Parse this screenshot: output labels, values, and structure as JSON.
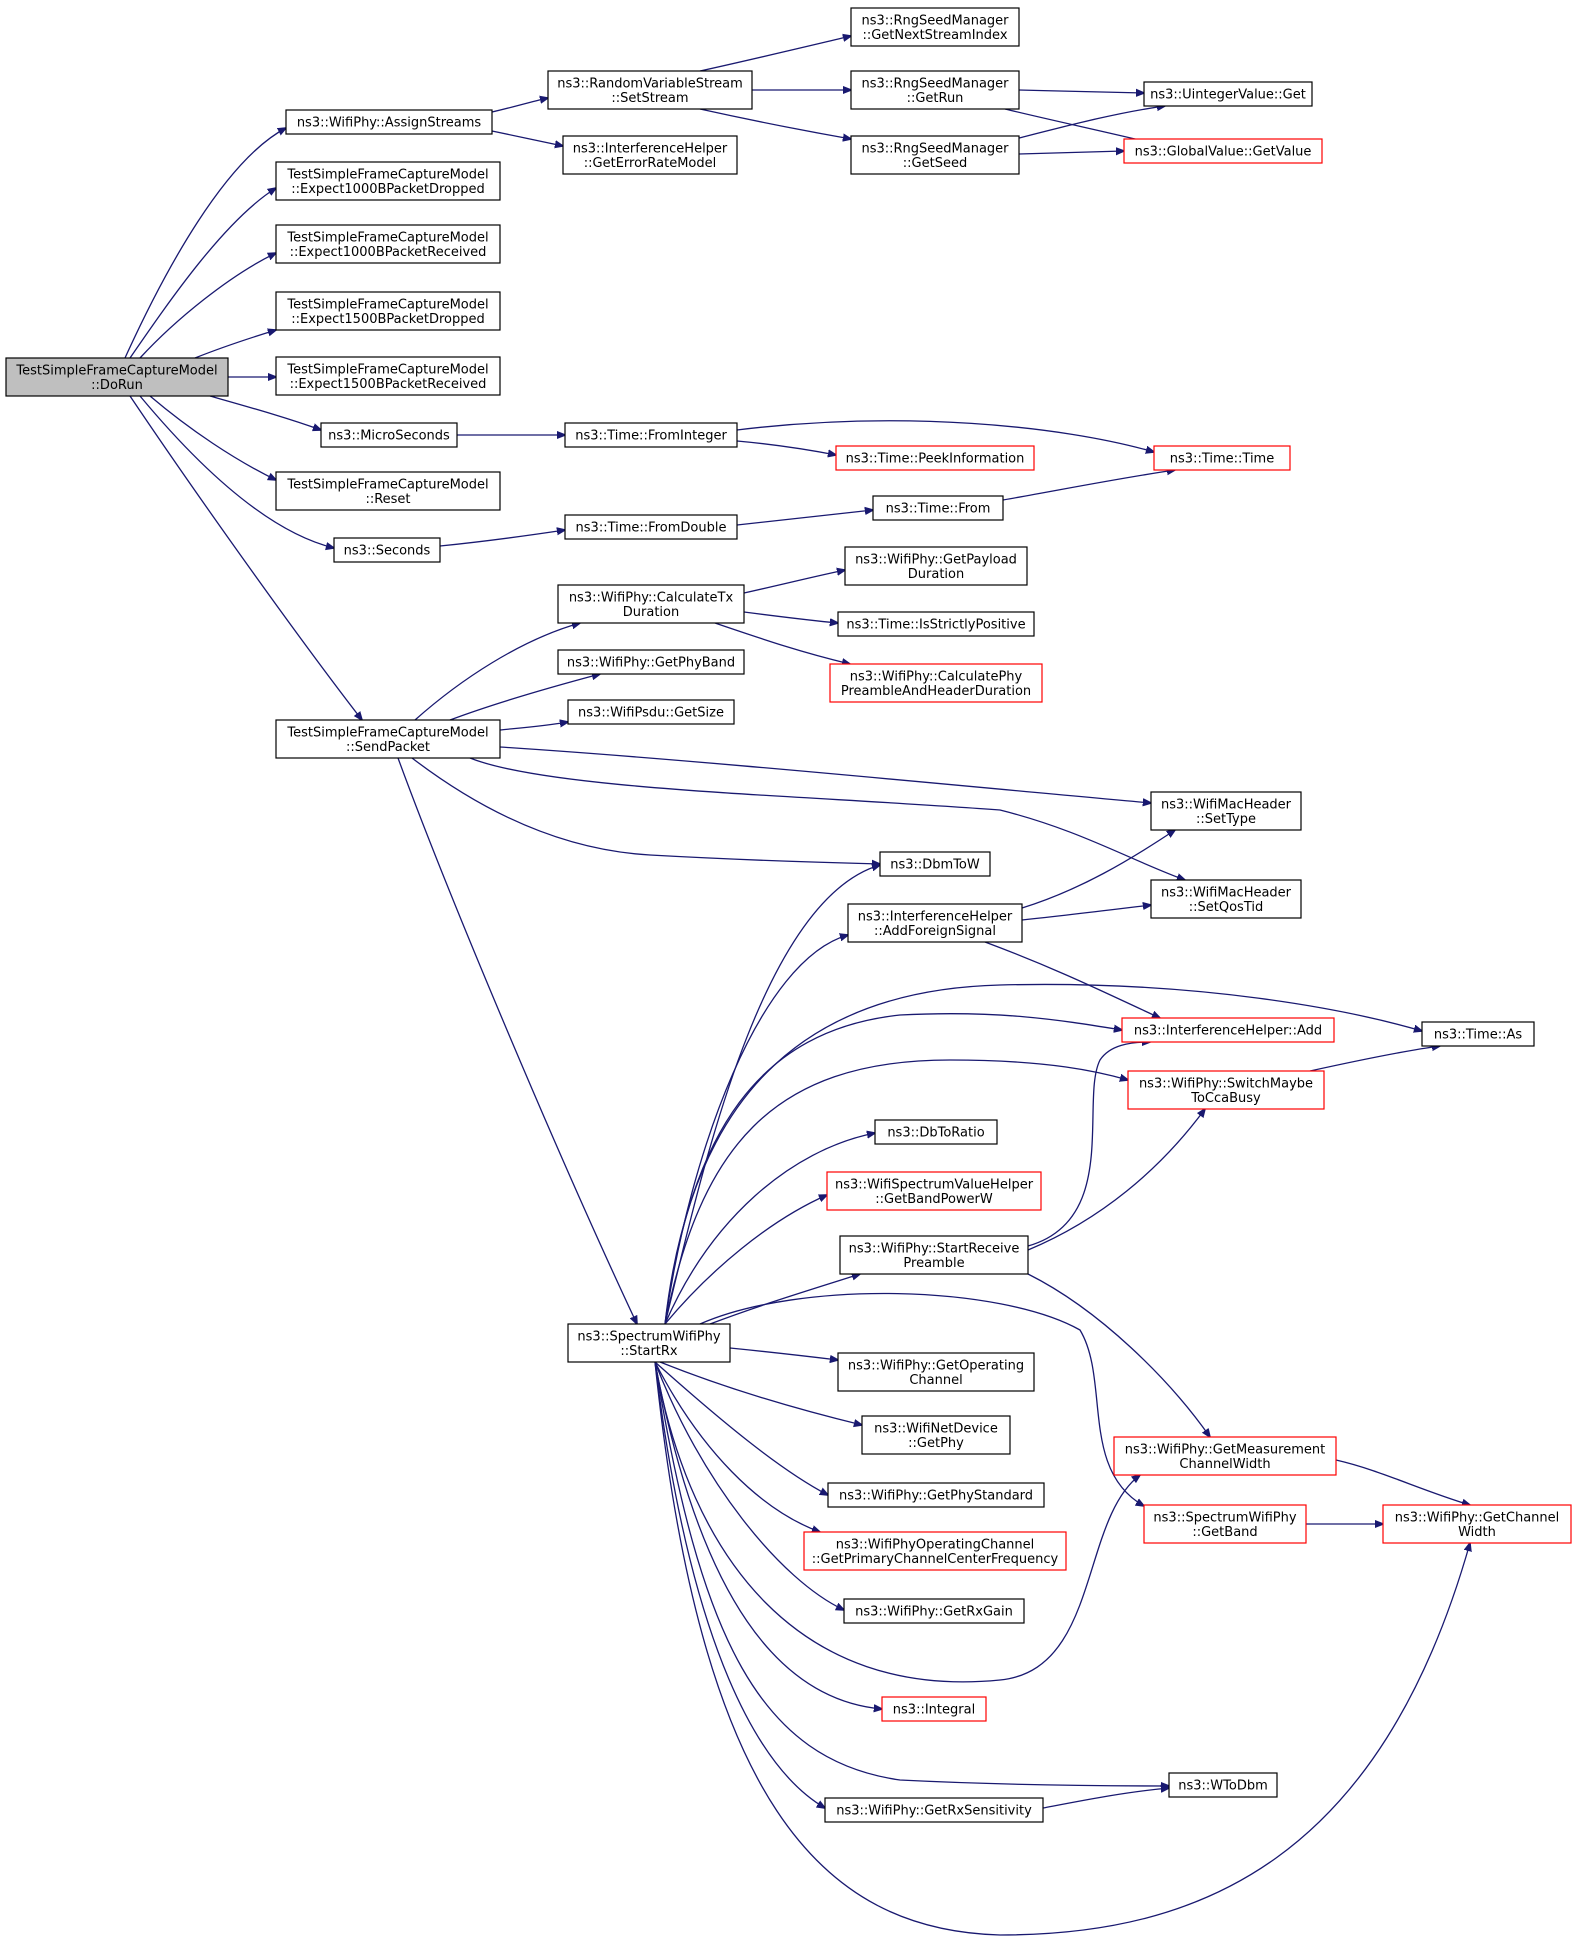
{
  "diagram": {
    "type": "call-graph",
    "colors": {
      "edge": "#191970",
      "node_border": "#000000",
      "truncated_border": "#ff0000",
      "root_fill": "#bfbfbf"
    },
    "nodes": [
      {
        "id": "dorun",
        "lines": [
          "TestSimpleFrameCaptureModel",
          "::DoRun"
        ],
        "border": "black",
        "root": true
      },
      {
        "id": "assignstreams",
        "lines": [
          "ns3::WifiPhy::AssignStreams"
        ],
        "border": "black"
      },
      {
        "id": "exp1000drop",
        "lines": [
          "TestSimpleFrameCaptureModel",
          "::Expect1000BPacketDropped"
        ],
        "border": "black"
      },
      {
        "id": "exp1000recv",
        "lines": [
          "TestSimpleFrameCaptureModel",
          "::Expect1000BPacketReceived"
        ],
        "border": "black"
      },
      {
        "id": "exp1500drop",
        "lines": [
          "TestSimpleFrameCaptureModel",
          "::Expect1500BPacketDropped"
        ],
        "border": "black"
      },
      {
        "id": "exp1500recv",
        "lines": [
          "TestSimpleFrameCaptureModel",
          "::Expect1500BPacketReceived"
        ],
        "border": "black"
      },
      {
        "id": "microseconds",
        "lines": [
          "ns3::MicroSeconds"
        ],
        "border": "black"
      },
      {
        "id": "reset",
        "lines": [
          "TestSimpleFrameCaptureModel",
          "::Reset"
        ],
        "border": "black"
      },
      {
        "id": "seconds",
        "lines": [
          "ns3::Seconds"
        ],
        "border": "black"
      },
      {
        "id": "sendpacket",
        "lines": [
          "TestSimpleFrameCaptureModel",
          "::SendPacket"
        ],
        "border": "black"
      },
      {
        "id": "setstream",
        "lines": [
          "ns3::RandomVariableStream",
          "::SetStream"
        ],
        "border": "black"
      },
      {
        "id": "geterrormodel",
        "lines": [
          "ns3::InterferenceHelper",
          "::GetErrorRateModel"
        ],
        "border": "black"
      },
      {
        "id": "getnextstream",
        "lines": [
          "ns3::RngSeedManager",
          "::GetNextStreamIndex"
        ],
        "border": "black"
      },
      {
        "id": "getrun",
        "lines": [
          "ns3::RngSeedManager",
          "::GetRun"
        ],
        "border": "black"
      },
      {
        "id": "getseed",
        "lines": [
          "ns3::RngSeedManager",
          "::GetSeed"
        ],
        "border": "black"
      },
      {
        "id": "uintegerget",
        "lines": [
          "ns3::UintegerValue::Get"
        ],
        "border": "black"
      },
      {
        "id": "globalgetvalue",
        "lines": [
          "ns3::GlobalValue::GetValue"
        ],
        "border": "red"
      },
      {
        "id": "frominteger",
        "lines": [
          "ns3::Time::FromInteger"
        ],
        "border": "black"
      },
      {
        "id": "peekinfo",
        "lines": [
          "ns3::Time::PeekInformation"
        ],
        "border": "red"
      },
      {
        "id": "timetime",
        "lines": [
          "ns3::Time::Time"
        ],
        "border": "red"
      },
      {
        "id": "timefrom",
        "lines": [
          "ns3::Time::From"
        ],
        "border": "black"
      },
      {
        "id": "fromdouble",
        "lines": [
          "ns3::Time::FromDouble"
        ],
        "border": "black"
      },
      {
        "id": "calctx",
        "lines": [
          "ns3::WifiPhy::CalculateTx",
          "Duration"
        ],
        "border": "black"
      },
      {
        "id": "getpayload",
        "lines": [
          "ns3::WifiPhy::GetPayload",
          "Duration"
        ],
        "border": "black"
      },
      {
        "id": "strictpos",
        "lines": [
          "ns3::Time::IsStrictlyPositive"
        ],
        "border": "black"
      },
      {
        "id": "calcphypre",
        "lines": [
          "ns3::WifiPhy::CalculatePhy",
          "PreambleAndHeaderDuration"
        ],
        "border": "red"
      },
      {
        "id": "getphyband",
        "lines": [
          "ns3::WifiPhy::GetPhyBand"
        ],
        "border": "black"
      },
      {
        "id": "psdusize",
        "lines": [
          "ns3::WifiPsdu::GetSize"
        ],
        "border": "black"
      },
      {
        "id": "settype",
        "lines": [
          "ns3::WifiMacHeader",
          "::SetType"
        ],
        "border": "black"
      },
      {
        "id": "dbmtow",
        "lines": [
          "ns3::DbmToW"
        ],
        "border": "black"
      },
      {
        "id": "setqostid",
        "lines": [
          "ns3::WifiMacHeader",
          "::SetQosTid"
        ],
        "border": "black"
      },
      {
        "id": "addforeign",
        "lines": [
          "ns3::InterferenceHelper",
          "::AddForeignSignal"
        ],
        "border": "black"
      },
      {
        "id": "ihadd",
        "lines": [
          "ns3::InterferenceHelper::Add"
        ],
        "border": "red"
      },
      {
        "id": "timeas",
        "lines": [
          "ns3::Time::As"
        ],
        "border": "black"
      },
      {
        "id": "switchcca",
        "lines": [
          "ns3::WifiPhy::SwitchMaybe",
          "ToCcaBusy"
        ],
        "border": "red"
      },
      {
        "id": "dbtoratio",
        "lines": [
          "ns3::DbToRatio"
        ],
        "border": "black"
      },
      {
        "id": "bandpower",
        "lines": [
          "ns3::WifiSpectrumValueHelper",
          "::GetBandPowerW"
        ],
        "border": "red"
      },
      {
        "id": "startrecvpre",
        "lines": [
          "ns3::WifiPhy::StartReceive",
          "Preamble"
        ],
        "border": "black"
      },
      {
        "id": "startrx",
        "lines": [
          "ns3::SpectrumWifiPhy",
          "::StartRx"
        ],
        "border": "black"
      },
      {
        "id": "getopchan",
        "lines": [
          "ns3::WifiPhy::GetOperating",
          "Channel"
        ],
        "border": "black"
      },
      {
        "id": "netdevgetphy",
        "lines": [
          "ns3::WifiNetDevice",
          "::GetPhy"
        ],
        "border": "black"
      },
      {
        "id": "getphystd",
        "lines": [
          "ns3::WifiPhy::GetPhyStandard"
        ],
        "border": "black"
      },
      {
        "id": "primfreq",
        "lines": [
          "ns3::WifiPhyOperatingChannel",
          "::GetPrimaryChannelCenterFrequency"
        ],
        "border": "red"
      },
      {
        "id": "getmeaschan",
        "lines": [
          "ns3::WifiPhy::GetMeasurement",
          "ChannelWidth"
        ],
        "border": "red"
      },
      {
        "id": "spectrumgetband",
        "lines": [
          "ns3::SpectrumWifiPhy",
          "::GetBand"
        ],
        "border": "red"
      },
      {
        "id": "getchanwidth",
        "lines": [
          "ns3::WifiPhy::GetChannel",
          "Width"
        ],
        "border": "red"
      },
      {
        "id": "getrxgain",
        "lines": [
          "ns3::WifiPhy::GetRxGain"
        ],
        "border": "black"
      },
      {
        "id": "integral",
        "lines": [
          "ns3::Integral"
        ],
        "border": "red"
      },
      {
        "id": "wtodbm",
        "lines": [
          "ns3::WToDbm"
        ],
        "border": "black"
      },
      {
        "id": "getrxsens",
        "lines": [
          "ns3::WifiPhy::GetRxSensitivity"
        ],
        "border": "black"
      }
    ],
    "edges": [
      [
        "dorun",
        "assignstreams"
      ],
      [
        "dorun",
        "exp1000drop"
      ],
      [
        "dorun",
        "exp1000recv"
      ],
      [
        "dorun",
        "exp1500drop"
      ],
      [
        "dorun",
        "exp1500recv"
      ],
      [
        "dorun",
        "microseconds"
      ],
      [
        "dorun",
        "reset"
      ],
      [
        "dorun",
        "seconds"
      ],
      [
        "dorun",
        "sendpacket"
      ],
      [
        "assignstreams",
        "setstream"
      ],
      [
        "assignstreams",
        "geterrormodel"
      ],
      [
        "setstream",
        "getnextstream"
      ],
      [
        "setstream",
        "getrun"
      ],
      [
        "setstream",
        "getseed"
      ],
      [
        "getrun",
        "uintegerget"
      ],
      [
        "getrun",
        "globalgetvalue"
      ],
      [
        "getseed",
        "uintegerget"
      ],
      [
        "getseed",
        "globalgetvalue"
      ],
      [
        "microseconds",
        "frominteger"
      ],
      [
        "frominteger",
        "peekinfo"
      ],
      [
        "frominteger",
        "timetime"
      ],
      [
        "seconds",
        "fromdouble"
      ],
      [
        "fromdouble",
        "timefrom"
      ],
      [
        "timefrom",
        "timetime"
      ],
      [
        "sendpacket",
        "calctx"
      ],
      [
        "sendpacket",
        "getphyband"
      ],
      [
        "sendpacket",
        "psdusize"
      ],
      [
        "sendpacket",
        "settype"
      ],
      [
        "sendpacket",
        "dbmtow"
      ],
      [
        "sendpacket",
        "setqostid"
      ],
      [
        "sendpacket",
        "startrx"
      ],
      [
        "calctx",
        "getpayload"
      ],
      [
        "calctx",
        "strictpos"
      ],
      [
        "calctx",
        "calcphypre"
      ],
      [
        "startrx",
        "dbmtow"
      ],
      [
        "startrx",
        "addforeign"
      ],
      [
        "startrx",
        "ihadd"
      ],
      [
        "startrx",
        "timeas"
      ],
      [
        "startrx",
        "switchcca"
      ],
      [
        "startrx",
        "dbtoratio"
      ],
      [
        "startrx",
        "bandpower"
      ],
      [
        "startrx",
        "startrecvpre"
      ],
      [
        "startrx",
        "getopchan"
      ],
      [
        "startrx",
        "netdevgetphy"
      ],
      [
        "startrx",
        "getphystd"
      ],
      [
        "startrx",
        "primfreq"
      ],
      [
        "startrx",
        "getrxgain"
      ],
      [
        "startrx",
        "getmeaschan"
      ],
      [
        "startrx",
        "spectrumgetband"
      ],
      [
        "startrx",
        "integral"
      ],
      [
        "startrx",
        "wtodbm"
      ],
      [
        "startrx",
        "getrxsens"
      ],
      [
        "startrx",
        "getchanwidth"
      ],
      [
        "addforeign",
        "settype"
      ],
      [
        "addforeign",
        "setqostid"
      ],
      [
        "addforeign",
        "ihadd"
      ],
      [
        "switchcca",
        "timeas"
      ],
      [
        "startrecvpre",
        "ihadd"
      ],
      [
        "startrecvpre",
        "switchcca"
      ],
      [
        "startrecvpre",
        "getmeaschan"
      ],
      [
        "getmeaschan",
        "getchanwidth"
      ],
      [
        "spectrumgetband",
        "getchanwidth"
      ],
      [
        "getrxsens",
        "wtodbm"
      ]
    ]
  }
}
